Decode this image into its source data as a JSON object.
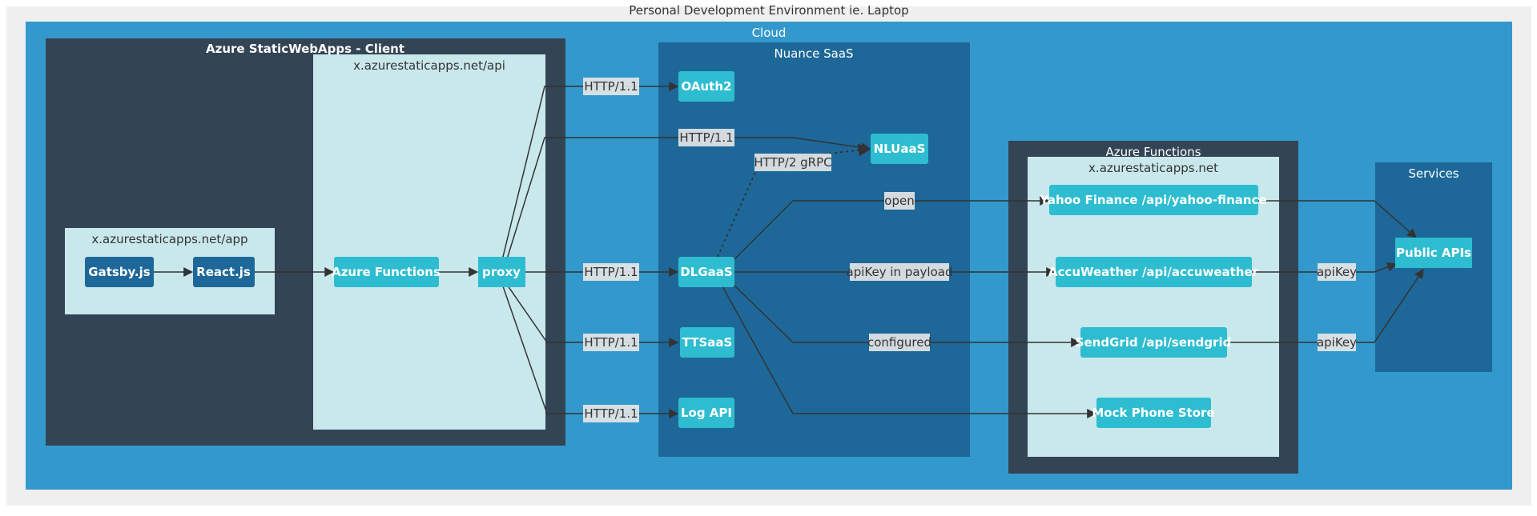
{
  "title": "Personal Development Environment ie. Laptop",
  "clusters": {
    "cloud": "Cloud",
    "client": "Azure StaticWebApps - Client",
    "app": "x.azurestaticapps.net/app",
    "api": "x.azurestaticapps.net/api",
    "nuance": "Nuance SaaS",
    "functions": "Azure Functions",
    "functions_inner": "x.azurestaticapps.net",
    "services": "Services"
  },
  "nodes": {
    "gatsby": "Gatsby.js",
    "react": "React.js",
    "azure_functions": "Azure Functions",
    "proxy": "proxy",
    "oauth2": "OAuth2",
    "nluaas": "NLUaaS",
    "dlgaas": "DLGaaS",
    "ttsaas": "TTSaaS",
    "logapi": "Log API",
    "yahoo": "Yahoo Finance /api/yahoo-finance",
    "accuweather": "AccuWeather /api/accuweather",
    "sendgrid": "SendGrid /api/sendgrid",
    "mockphone": "Mock Phone Store",
    "publicapis": "Public APIs"
  },
  "edge_labels": {
    "proxy_oauth2": "HTTP/1.1",
    "proxy_nluaas": "HTTP/1.1",
    "dlgaas_nluaas": "HTTP/2 gRPC",
    "proxy_dlgaas": "HTTP/1.1",
    "proxy_ttsaas": "HTTP/1.1",
    "proxy_logapi": "HTTP/1.1",
    "dlgaas_yahoo": "open",
    "dlgaas_accuweather": "apiKey in payload",
    "dlgaas_sendgrid": "configured",
    "accuweather_public": "apiKey",
    "sendgrid_public": "apiKey"
  },
  "colors": {
    "outer": "#efefef",
    "cloud": "#3399cc",
    "client": "#334455",
    "api_box": "#c9e8ec",
    "nuance": "#1d6898",
    "node_light": "#2ebdd0",
    "node_dark": "#1d6898"
  }
}
